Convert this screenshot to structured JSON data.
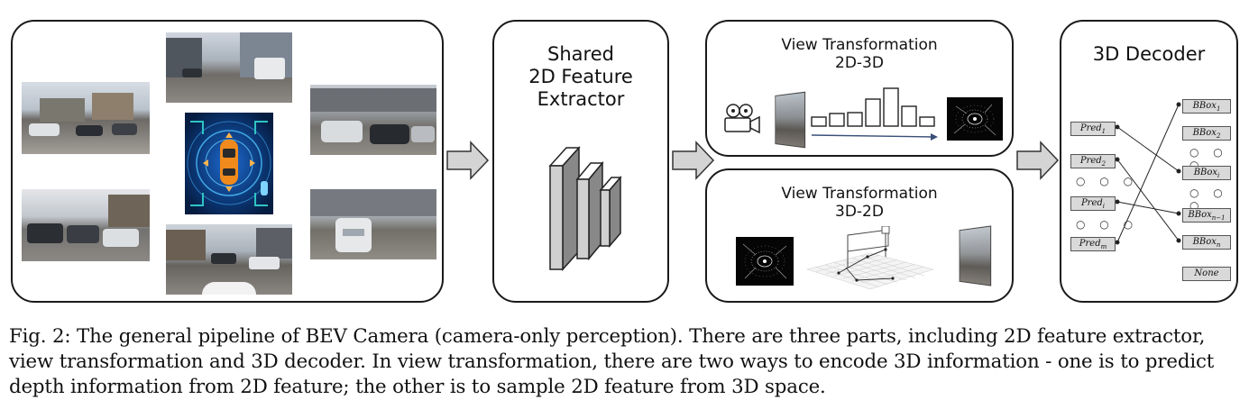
{
  "panels": {
    "extractor_title": [
      "Shared",
      "2D Feature",
      "Extractor"
    ],
    "vt_depth_title": [
      "View Transformation",
      "2D-3D"
    ],
    "vt_sample_title": [
      "View Transformation",
      "3D-2D"
    ],
    "decoder_title": "3D Decoder"
  },
  "decoder": {
    "preds": [
      {
        "base": "Pred",
        "sub": "1"
      },
      {
        "base": "Pred",
        "sub": "2"
      },
      {
        "base": "Pred",
        "sub": "i"
      },
      {
        "base": "Pred",
        "sub": "m"
      }
    ],
    "bboxes": [
      {
        "base": "BBox",
        "sub": "1"
      },
      {
        "base": "BBox",
        "sub": "2"
      },
      {
        "base": "BBox",
        "sub": "i"
      },
      {
        "base": "BBox",
        "sub": "n−1"
      },
      {
        "base": "BBox",
        "sub": "n"
      }
    ],
    "none_label": "None",
    "dots": "○ ○ ○"
  },
  "caption": "Fig. 2: The general pipeline of BEV Camera (camera-only perception). There are three parts, including 2D feature extractor, view transformation and 3D decoder. In view transformation, there are two ways to encode 3D information - one is to predict depth information from 2D feature; the other is to sample 2D feature from 3D space.",
  "colors": {
    "arrow_fill": "#d4d4d4",
    "box_fill": "#d9d9d9",
    "car_orange": "#f08a1c",
    "bev_blue": "#0c3a7a"
  }
}
